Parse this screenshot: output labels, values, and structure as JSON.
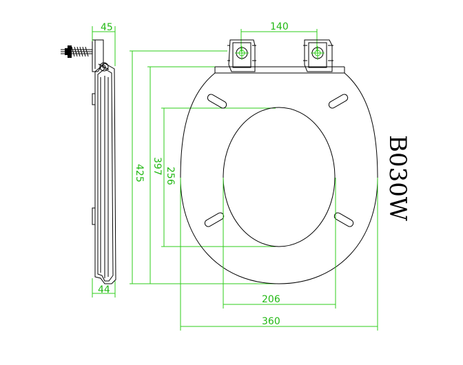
{
  "model": "B030W",
  "dimensions": {
    "hinge_spacing": "140",
    "side_depth_top": "45",
    "side_depth_bottom": "44",
    "overall_length": "425",
    "seat_length": "397",
    "opening_length": "256",
    "opening_width": "206",
    "overall_width": "360"
  },
  "colors": {
    "dimension_lines": "#2ecc1a",
    "outline": "#000000",
    "background": "#ffffff"
  }
}
